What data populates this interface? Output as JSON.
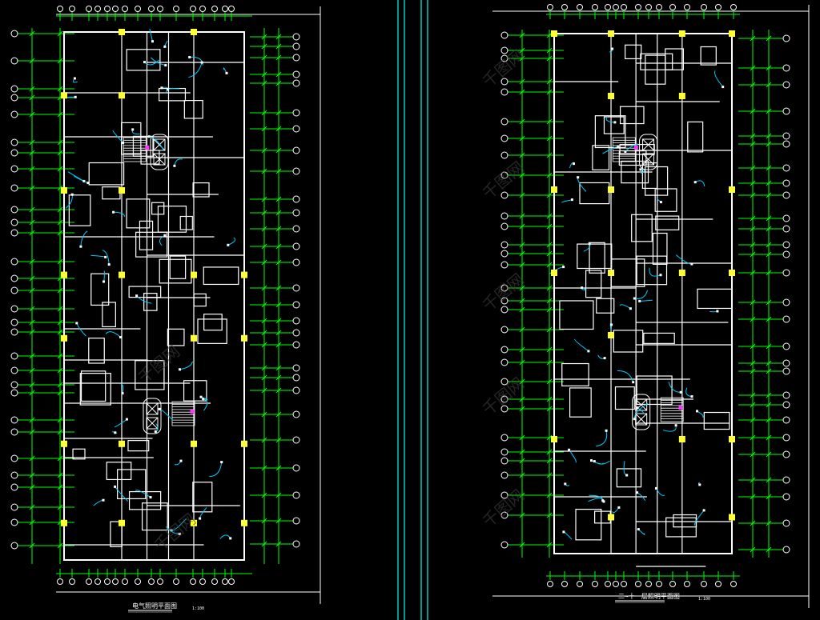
{
  "drawing": {
    "background": "#000000",
    "colors": {
      "wall": "#ffffff",
      "dimension": "#00ff00",
      "wiring": "#00ccff",
      "column": "#ffff33",
      "accent": "#ff33ff",
      "divider": "#00cccc"
    },
    "sheets": [
      {
        "id": "left-plan",
        "title": "电气照明平面图",
        "scale": "1:100"
      },
      {
        "id": "right-plan",
        "title": "二~十一层照明平面图",
        "scale": "1:100"
      }
    ],
    "watermark": "千图网",
    "icons": [
      "grid-bubble-icon",
      "column-icon",
      "stair-icon",
      "elevator-icon",
      "distribution-box-icon"
    ]
  }
}
